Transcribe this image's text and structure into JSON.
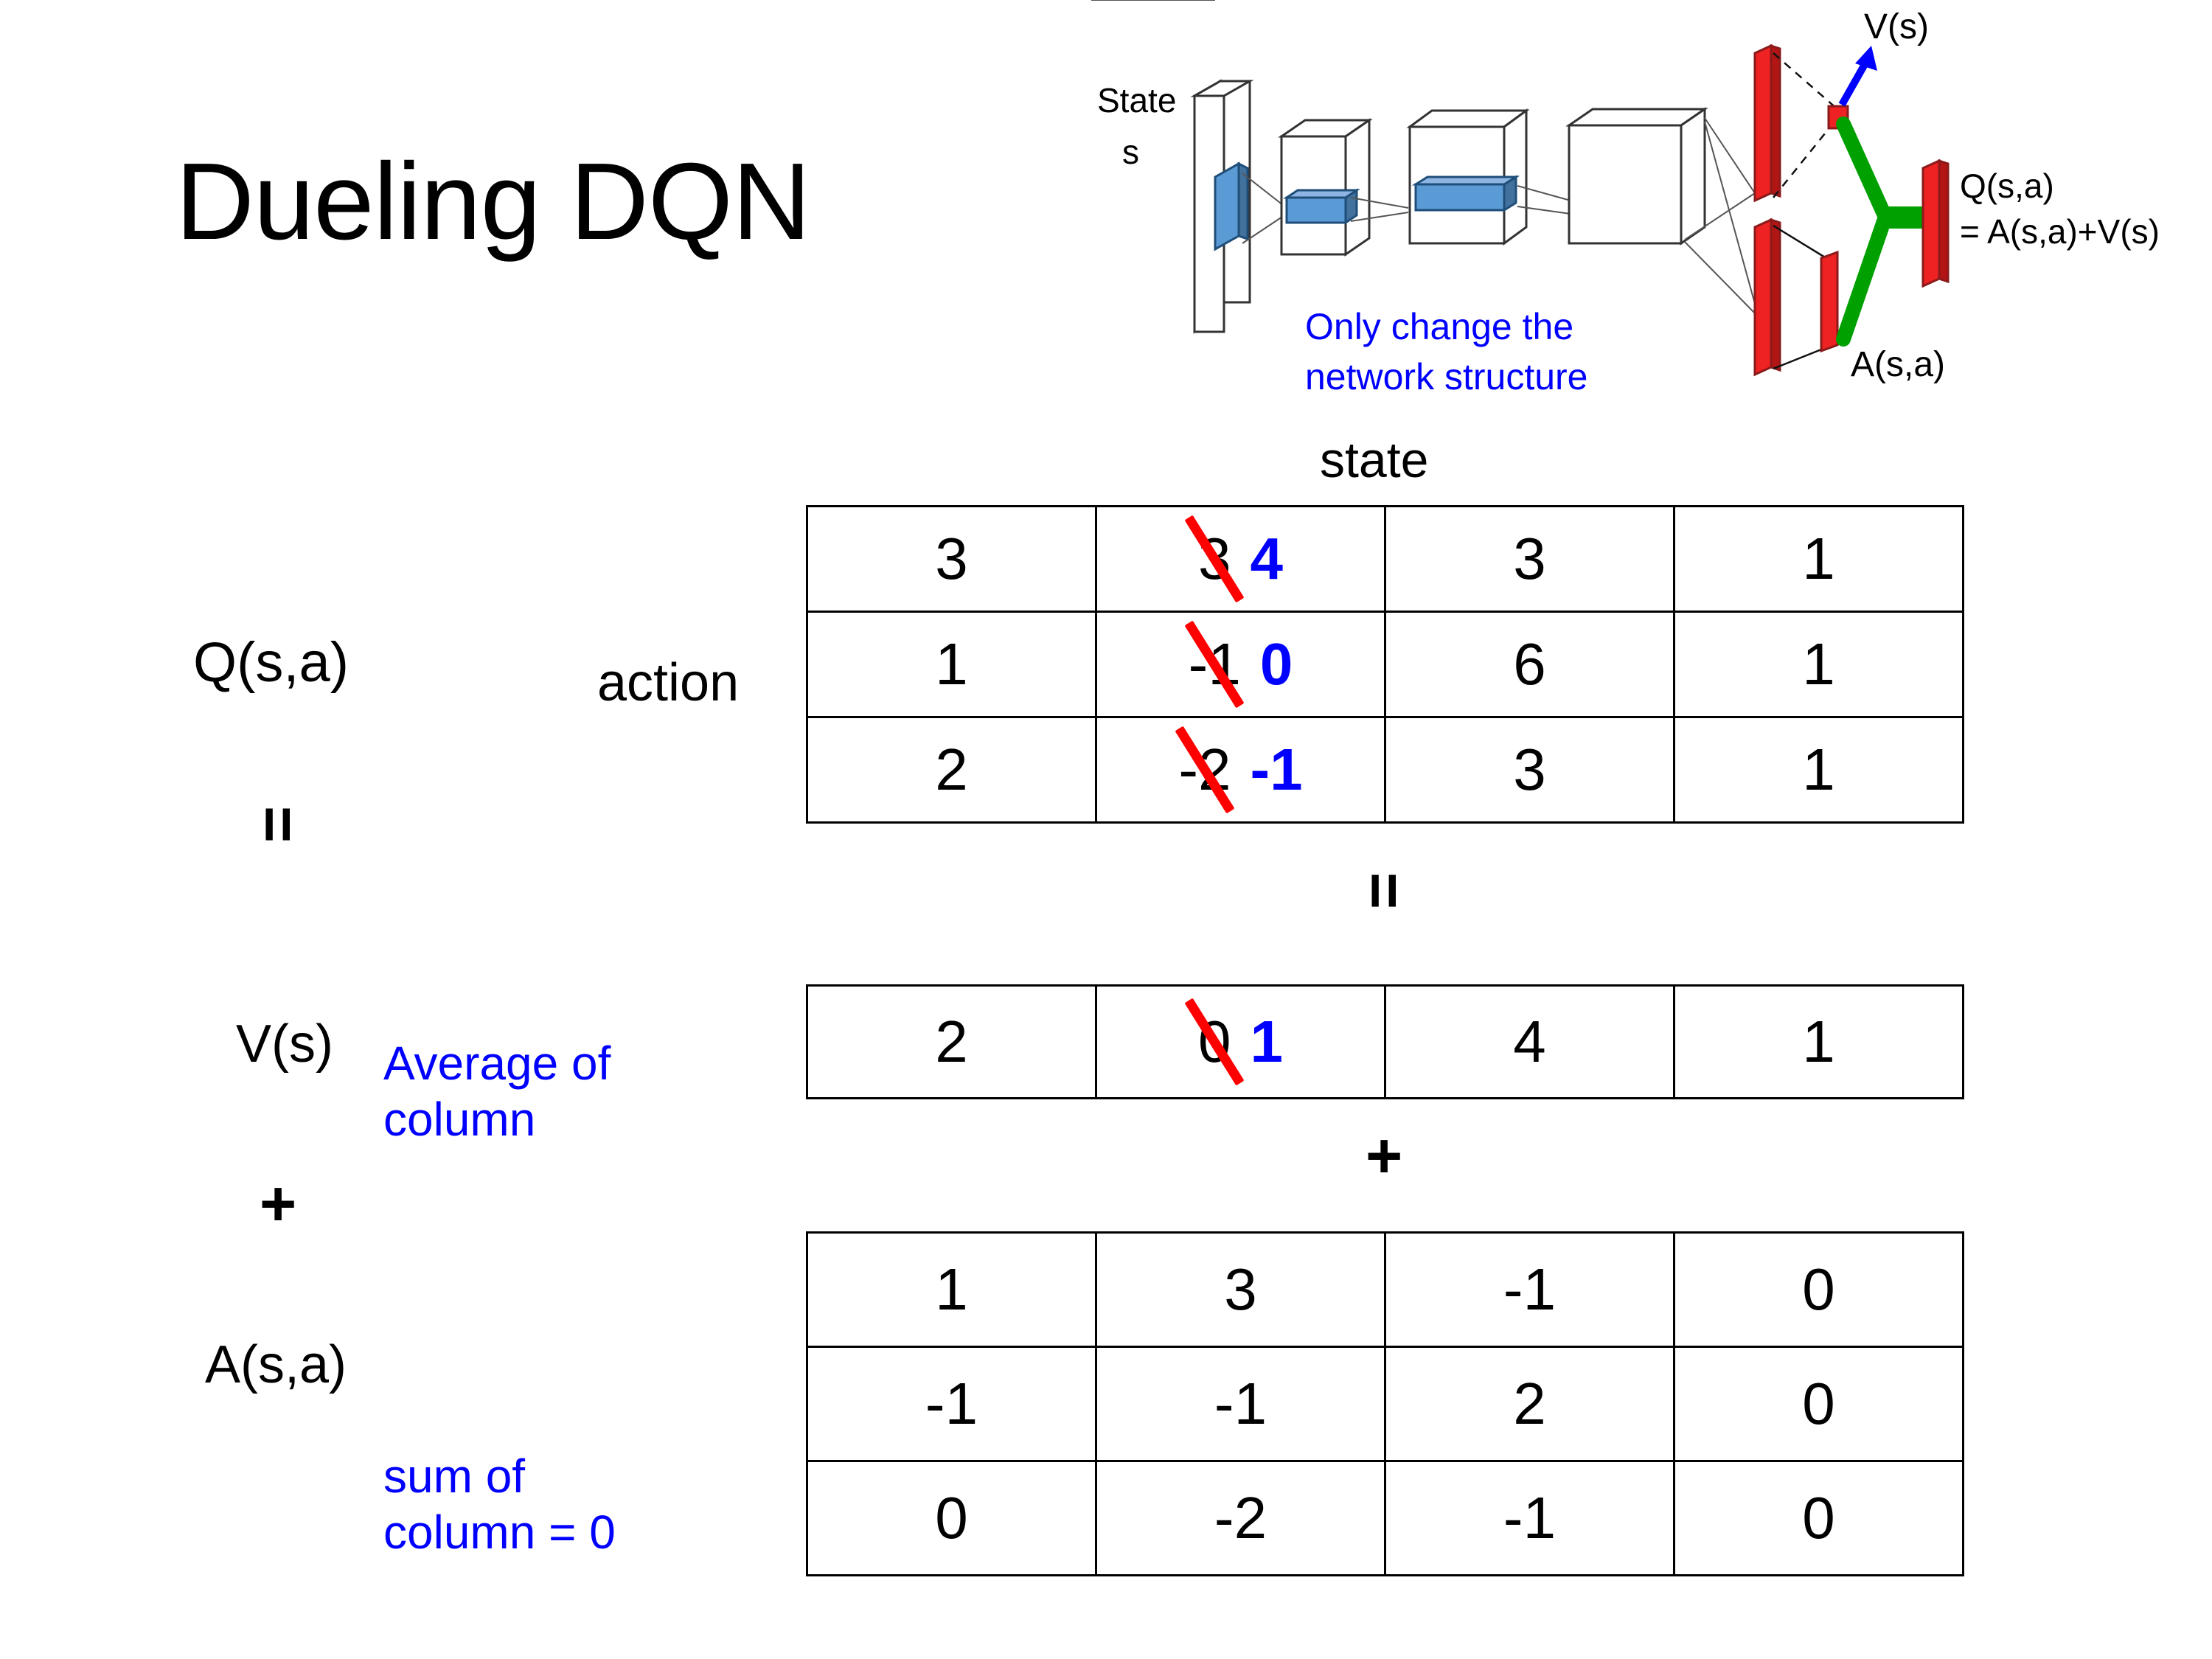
{
  "slide": {
    "title": "Dueling DQN"
  },
  "diagram": {
    "state_label": "State\ns",
    "note": "Only change the\nnetwork structure",
    "v_label": "V(s)",
    "a_label": "A(s,a)",
    "q_label_line1": "Q(s,a)",
    "q_label_line2": "= A(s,a)+V(s)",
    "colors": {
      "note": "#0000ff",
      "arrow": "#0000ff",
      "combine": "#00a000",
      "output_bar": "#ee2222",
      "conv_block": "#5b9bd5"
    }
  },
  "labels": {
    "state_header": "state",
    "action": "action",
    "q": "Q(s,a)",
    "v": "V(s)",
    "a": "A(s,a)",
    "avg_note": "Average of\ncolumn",
    "sum_note": "sum of\ncolumn = 0",
    "equals": "=",
    "plus": "+"
  },
  "colors": {
    "edit_old_strike": "#ff0000",
    "edit_new_value": "#0000ff",
    "note_blue": "#0000ff",
    "border": "#000000"
  },
  "chart_data": {
    "type": "table",
    "title": "Dueling DQN decomposition Q(s,a) = V(s) + A(s,a)",
    "column_axis": "state",
    "row_axis": "action",
    "tables": [
      {
        "name": "Q(s,a)",
        "rows": 3,
        "cols": 4,
        "values": [
          [
            "3",
            "3",
            "3",
            "1"
          ],
          [
            "1",
            "-1",
            "6",
            "1"
          ],
          [
            "2",
            "-2",
            "3",
            "1"
          ]
        ],
        "edits": [
          {
            "row": 0,
            "col": 1,
            "old": "3",
            "new": "4"
          },
          {
            "row": 1,
            "col": 1,
            "old": "-1",
            "new": "0"
          },
          {
            "row": 2,
            "col": 1,
            "old": "-2",
            "new": "-1"
          }
        ]
      },
      {
        "name": "V(s)",
        "rows": 1,
        "cols": 4,
        "values": [
          [
            "2",
            "0",
            "4",
            "1"
          ]
        ],
        "edits": [
          {
            "row": 0,
            "col": 1,
            "old": "0",
            "new": "1"
          }
        ]
      },
      {
        "name": "A(s,a)",
        "rows": 3,
        "cols": 4,
        "values": [
          [
            "1",
            "3",
            "-1",
            "0"
          ],
          [
            "-1",
            "-1",
            "2",
            "0"
          ],
          [
            "0",
            "-2",
            "-1",
            "0"
          ]
        ],
        "edits": []
      }
    ]
  }
}
